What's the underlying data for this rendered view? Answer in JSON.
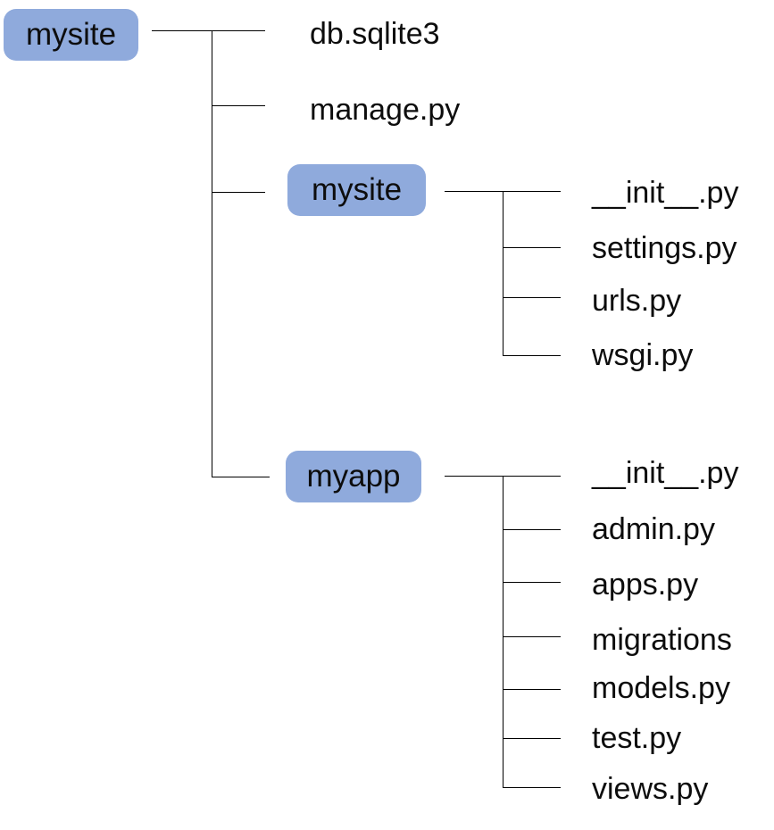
{
  "colors": {
    "folder_box_fill": "#8FAADC",
    "connector_line": "#000000",
    "text": "#0d0d0d",
    "background": "#ffffff"
  },
  "tree": {
    "root": {
      "label": "mysite",
      "type": "folder"
    },
    "children": [
      {
        "label": "db.sqlite3",
        "type": "file"
      },
      {
        "label": "manage.py",
        "type": "file"
      },
      {
        "label": "mysite",
        "type": "folder",
        "children": [
          {
            "label": "__init__.py",
            "type": "file"
          },
          {
            "label": "settings.py",
            "type": "file"
          },
          {
            "label": "urls.py",
            "type": "file"
          },
          {
            "label": "wsgi.py",
            "type": "file"
          }
        ]
      },
      {
        "label": "myapp",
        "type": "folder",
        "children": [
          {
            "label": "__init__.py",
            "type": "file"
          },
          {
            "label": "admin.py",
            "type": "file"
          },
          {
            "label": "apps.py",
            "type": "file"
          },
          {
            "label": "migrations",
            "type": "folder"
          },
          {
            "label": "models.py",
            "type": "file"
          },
          {
            "label": "test.py",
            "type": "file"
          },
          {
            "label": "views.py",
            "type": "file"
          }
        ]
      }
    ]
  }
}
